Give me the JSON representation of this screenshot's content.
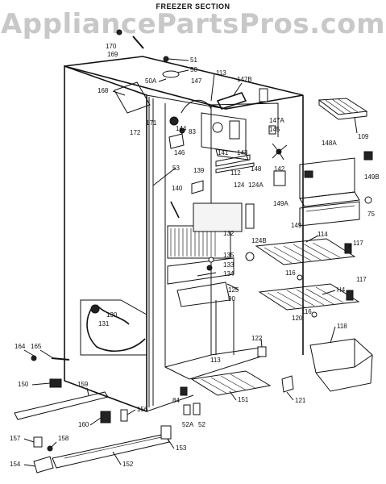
{
  "title": "FREEZER SECTION",
  "watermark": "AppliancePartsPros.com",
  "parts": [
    "170",
    "169",
    "51",
    "50",
    "50A",
    "113",
    "147",
    "147B",
    "168",
    "171",
    "172",
    "144",
    "83",
    "146",
    "147A",
    "145",
    "109",
    "141",
    "143",
    "148",
    "148A",
    "142",
    "149B",
    "149A",
    "75",
    "149",
    "53",
    "139",
    "112",
    "124",
    "124A",
    "140",
    "132",
    "124B",
    "114",
    "117",
    "135",
    "133",
    "134",
    "116",
    "125",
    "90",
    "117",
    "130",
    "131",
    "120",
    "116",
    "H4",
    "118",
    "122",
    "164",
    "165",
    "113",
    "150",
    "159",
    "84",
    "151",
    "121",
    "156",
    "160",
    "52A",
    "52",
    "157",
    "158",
    "153",
    "154",
    "152"
  ]
}
